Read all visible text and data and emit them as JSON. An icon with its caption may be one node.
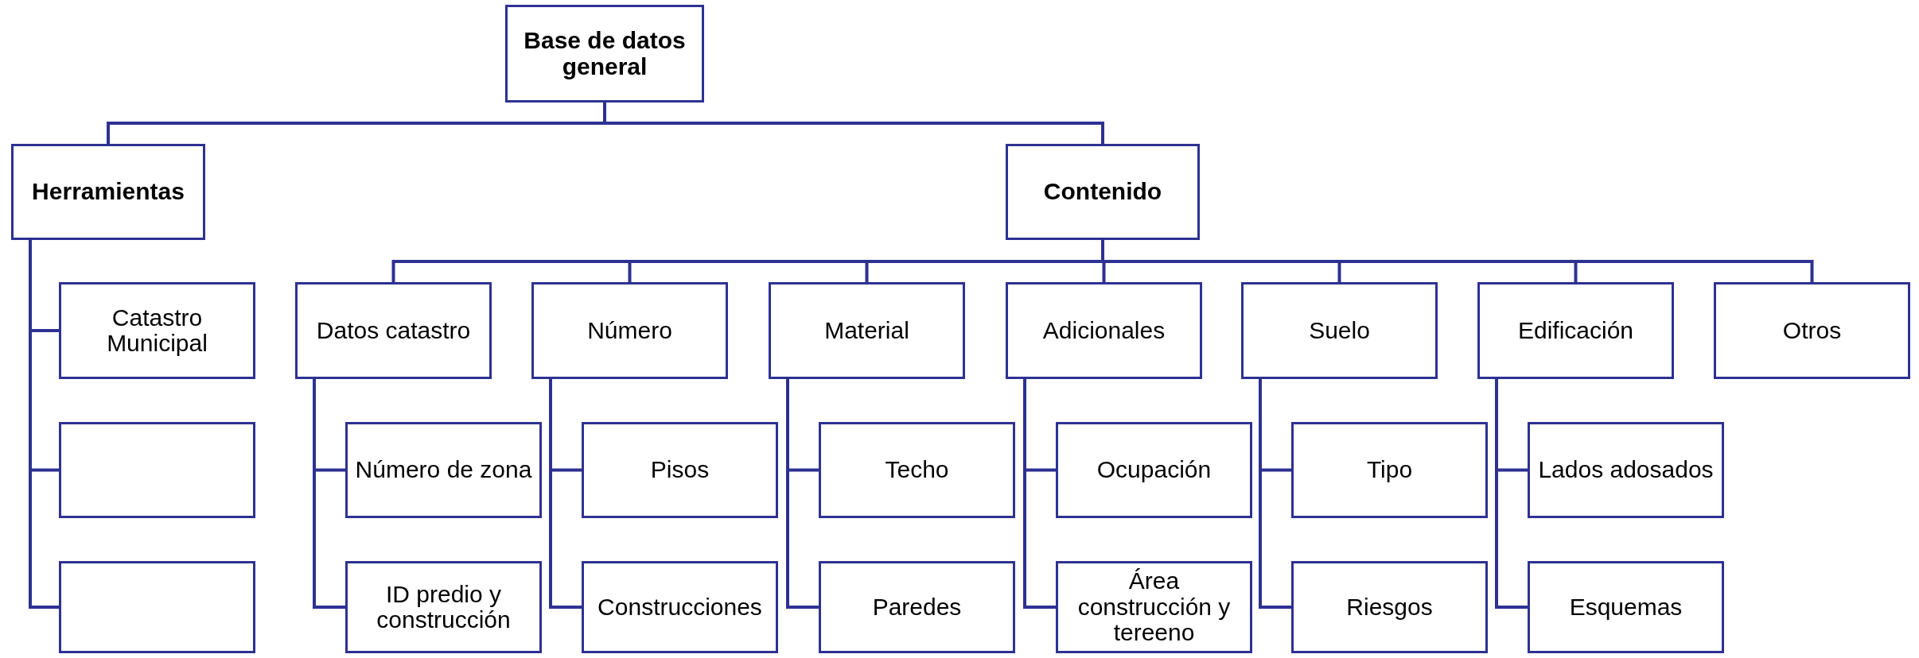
{
  "diagram": {
    "nodes": [
      {
        "text": [
          "Base de datos general"
        ]
      },
      {
        "text": [
          "Herramientas"
        ]
      },
      {
        "text": [
          "Contenido"
        ]
      },
      {
        "text": [
          "Catastro Municipal"
        ]
      },
      {
        "text": [],
        "shape": "box"
      },
      {
        "text": [],
        "shape": "box"
      },
      {
        "text": [
          "Datos catastro"
        ]
      },
      {
        "text": [
          "Número"
        ]
      },
      {
        "text": [
          "Material"
        ]
      },
      {
        "text": [
          "Adicionales"
        ]
      },
      {
        "text": [
          "Suelo"
        ]
      },
      {
        "text": [
          "Edificación"
        ]
      },
      {
        "text": [
          "Otros"
        ]
      },
      {
        "text": [
          "Número de zona"
        ]
      },
      {
        "text": [
          "ID predio y construcción"
        ]
      },
      {
        "text": [
          "Pisos"
        ]
      },
      {
        "text": [
          "Construcciones"
        ]
      },
      {
        "text": [
          "Techo"
        ]
      },
      {
        "text": [
          "Paredes"
        ]
      },
      {
        "text": [
          "Ocupación"
        ]
      },
      {
        "text": [
          "Área construcción y tereeno"
        ]
      },
      {
        "text": [
          "Tipo"
        ]
      },
      {
        "text": [
          "Riesgos"
        ]
      },
      {
        "text": [
          "Lados adosados"
        ]
      },
      {
        "text": [
          "Esquemas"
        ]
      }
    ],
    "edges": [
      {
        "from": 0,
        "to": 1,
        "arrow": "none"
      },
      {
        "from": 0,
        "to": 2,
        "arrow": "none"
      },
      {
        "from": 1,
        "to": 3,
        "arrow": "none"
      },
      {
        "from": 1,
        "to": 4,
        "arrow": "none"
      },
      {
        "from": 1,
        "to": 5,
        "arrow": "none"
      },
      {
        "from": 2,
        "to": 6,
        "arrow": "none"
      },
      {
        "from": 2,
        "to": 7,
        "arrow": "none"
      },
      {
        "from": 2,
        "to": 8,
        "arrow": "none"
      },
      {
        "from": 2,
        "to": 9,
        "arrow": "none"
      },
      {
        "from": 2,
        "to": 10,
        "arrow": "none"
      },
      {
        "from": 2,
        "to": 11,
        "arrow": "none"
      },
      {
        "from": 2,
        "to": 12,
        "arrow": "none"
      },
      {
        "from": 6,
        "to": 13,
        "arrow": "none"
      },
      {
        "from": 6,
        "to": 14,
        "arrow": "none"
      },
      {
        "from": 7,
        "to": 15,
        "arrow": "none"
      },
      {
        "from": 7,
        "to": 16,
        "arrow": "none"
      },
      {
        "from": 8,
        "to": 17,
        "arrow": "none"
      },
      {
        "from": 8,
        "to": 18,
        "arrow": "none"
      },
      {
        "from": 9,
        "to": 19,
        "arrow": "none"
      },
      {
        "from": 9,
        "to": 20,
        "arrow": "none"
      },
      {
        "from": 10,
        "to": 21,
        "arrow": "none"
      },
      {
        "from": 10,
        "to": 22,
        "arrow": "none"
      },
      {
        "from": 11,
        "to": 23,
        "arrow": "none"
      },
      {
        "from": 11,
        "to": 24,
        "arrow": "none"
      }
    ]
  }
}
